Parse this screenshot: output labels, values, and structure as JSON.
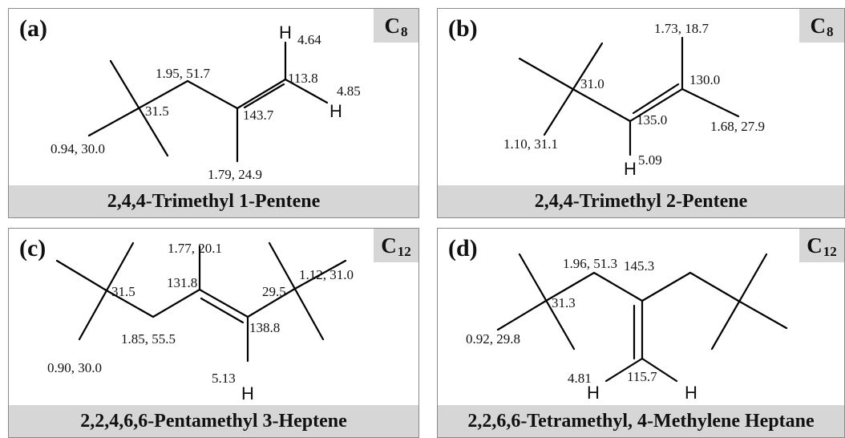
{
  "panels": [
    {
      "letter": "(a)",
      "carbon": "C",
      "carbon_sub": "8",
      "caption": "2,4,4-Trimethyl 1-Pentene",
      "labels": [
        "1.95, 51.7",
        "31.5",
        "0.94, 30.0",
        "143.7",
        "1.79, 24.9",
        "113.8",
        "4.64",
        "4.85"
      ],
      "hydrogens": [
        "H",
        "H"
      ]
    },
    {
      "letter": "(b)",
      "carbon": "C",
      "carbon_sub": "8",
      "caption": "2,4,4-Trimethyl 2-Pentene",
      "labels": [
        "1.73, 18.7",
        "31.0",
        "130.0",
        "1.10, 31.1",
        "135.0",
        "1.68, 27.9",
        "5.09"
      ],
      "hydrogens": [
        "H"
      ]
    },
    {
      "letter": "(c)",
      "carbon": "C",
      "carbon_sub": "12",
      "caption": "2,2,4,6,6-Pentamethyl 3-Heptene",
      "labels": [
        "1.77, 20.1",
        "1.12, 31.0",
        "31.5",
        "131.8",
        "29.5",
        "1.85, 55.5",
        "138.8",
        "0.90, 30.0",
        "5.13"
      ],
      "hydrogens": [
        "H"
      ]
    },
    {
      "letter": "(d)",
      "carbon": "C",
      "carbon_sub": "12",
      "caption": "2,2,6,6-Tetramethyl, 4-Methylene Heptane",
      "labels": [
        "1.96, 51.3",
        "145.3",
        "31.3",
        "0.92, 29.8",
        "4.81",
        "115.7"
      ],
      "hydrogens": [
        "H",
        "H"
      ]
    }
  ]
}
